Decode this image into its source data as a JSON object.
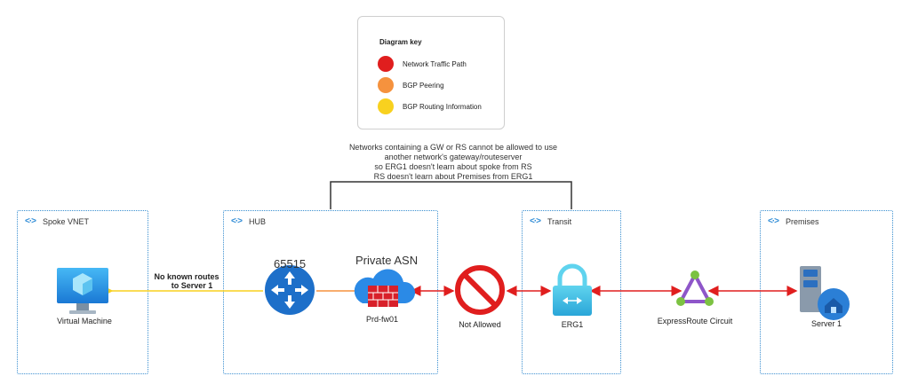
{
  "key": {
    "title": "Diagram key",
    "items": [
      {
        "label": "Network Traffic Path",
        "color": "#e01e1e"
      },
      {
        "label": "BGP Peering",
        "color": "#f5923e"
      },
      {
        "label": "BGP Routing Information",
        "color": "#f8d11f"
      }
    ]
  },
  "note": {
    "lines": [
      "Networks containing a GW or RS cannot be allowed to use",
      "another network's gateway/routeserver",
      "so ERG1 doesn't learn about spoke from RS",
      "RS doesn't learn about Premises from ERG1"
    ]
  },
  "vnets": {
    "spoke": "Spoke VNET",
    "hub": "HUB",
    "transit": "Transit",
    "premises": "Premises"
  },
  "nodes": {
    "vm": "Virtual Machine",
    "router_asn": "65515",
    "private_asn": "Private ASN",
    "firewall": "Prd-fw01",
    "not_allowed": "Not Allowed",
    "erg1": "ERG1",
    "expressroute": "ExpressRoute Circuit",
    "server": "Server 1"
  },
  "annotations": {
    "no_routes_line1": "No known routes",
    "no_routes_line2": "to Server 1"
  },
  "colors": {
    "traffic": "#e01e1e",
    "peering": "#f5923e",
    "routing": "#f8d11f",
    "vnet_border": "#3a8fd0"
  },
  "icons": {
    "vnet": "vnet-icon",
    "vm": "virtual-machine-icon",
    "router": "router-icon",
    "firewall": "firewall-cloud-icon",
    "blocked": "prohibited-icon",
    "gateway": "lock-gateway-icon",
    "expressroute": "expressroute-triangle-icon",
    "server": "server-house-icon"
  }
}
